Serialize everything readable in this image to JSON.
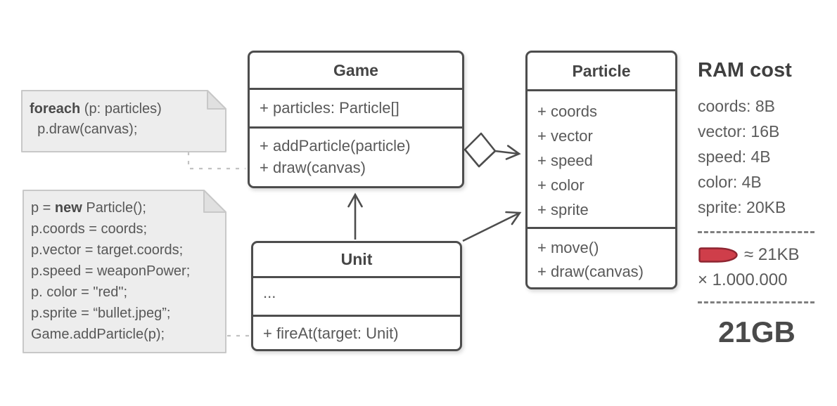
{
  "diagram": {
    "line_color": "#4d4d4d",
    "classes": {
      "game": {
        "title": "Game",
        "attributes": [
          "+ particles: Particle[]"
        ],
        "methods": [
          "+ addParticle(particle)",
          "+ draw(canvas)"
        ]
      },
      "particle": {
        "title": "Particle",
        "attributes": [
          "+ coords",
          "+ vector",
          "+ speed",
          "+ color",
          "+ sprite"
        ],
        "methods": [
          "+ move()",
          "+ draw(canvas)"
        ]
      },
      "unit": {
        "title": "Unit",
        "attributes": [
          "..."
        ],
        "methods": [
          "+ fireAt(target: Unit)"
        ]
      }
    },
    "relations": {
      "unit_to_game": "inheritance-arrow",
      "game_to_particle": "aggregation-diamond-arrow",
      "unit_to_particle": "association-arrow"
    },
    "notes": {
      "draw_loop": {
        "lines": [
          [
            {
              "t": "foreach",
              "b": true
            },
            {
              "t": " (p: particles)"
            }
          ],
          [
            {
              "t": "  p.draw(canvas);"
            }
          ]
        ]
      },
      "fire_code": {
        "lines": [
          [
            {
              "t": "p = "
            },
            {
              "t": "new",
              "b": true
            },
            {
              "t": " Particle();"
            }
          ],
          [
            {
              "t": "p.coords = coords;"
            }
          ],
          [
            {
              "t": "p.vector = target.coords;"
            }
          ],
          [
            {
              "t": "p.speed = weaponPower;"
            }
          ],
          [
            {
              "t": "p. color = \"red\";"
            }
          ],
          [
            {
              "t": "p.sprite = “bullet.jpeg”;"
            }
          ],
          [
            {
              "t": "Game.addParticle(p);"
            }
          ]
        ]
      }
    }
  },
  "ram_panel": {
    "title": "RAM cost",
    "items": [
      "coords: 8B",
      "vector: 16B",
      "speed: 4B",
      "color: 4B",
      "sprite: 20KB"
    ],
    "bullet_label": "≈ 21KB",
    "multiplier": "× 1.000.000",
    "total": "21GB",
    "bullet_fill": "#cf3e4a",
    "bullet_stroke": "#8e2531"
  }
}
